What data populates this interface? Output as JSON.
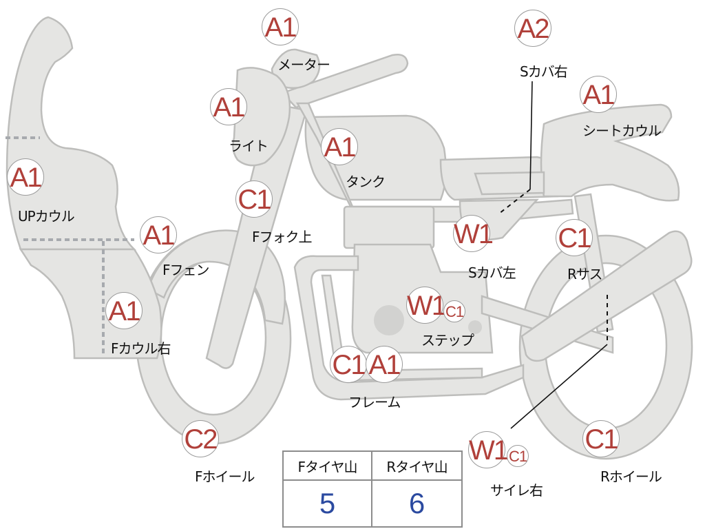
{
  "parts": [
    {
      "id": "meter",
      "grade": "A1",
      "label": "メーター"
    },
    {
      "id": "s-cover-right",
      "grade": "A2",
      "label": "Sカバ右"
    },
    {
      "id": "seat-cowl",
      "grade": "A1",
      "label": "シートカウル"
    },
    {
      "id": "light",
      "grade": "A1",
      "label": "ライト"
    },
    {
      "id": "tank",
      "grade": "A1",
      "label": "タンク"
    },
    {
      "id": "up-cowl",
      "grade": "A1",
      "label": "UPカウル"
    },
    {
      "id": "f-fork-upper",
      "grade": "C1",
      "label": "Fフォク上"
    },
    {
      "id": "f-fender",
      "grade": "A1",
      "label": "Fフェン"
    },
    {
      "id": "s-cover-left",
      "grade": "W1",
      "label": "Sカバ左"
    },
    {
      "id": "r-suspension",
      "grade": "C1",
      "label": "Rサス"
    },
    {
      "id": "f-cowl-right",
      "grade": "A1",
      "label": "Fカウル右"
    },
    {
      "id": "step",
      "grade": "W1",
      "grade2": "C1",
      "label": "ステップ"
    },
    {
      "id": "frame",
      "grade": "C1",
      "grade2": "A1",
      "label": "フレーム"
    },
    {
      "id": "f-wheel",
      "grade": "C2",
      "label": "Fホイール"
    },
    {
      "id": "muffler-right",
      "grade": "W1",
      "grade2": "C1",
      "label": "サイレ右"
    },
    {
      "id": "r-wheel",
      "grade": "C1",
      "label": "Rホイール"
    }
  ],
  "tire_table": {
    "headers": [
      "Fタイヤ山",
      "Rタイヤ山"
    ],
    "values": [
      "5",
      "6"
    ]
  },
  "colors": {
    "grade_text": "#b0403a",
    "tire_value_text": "#2b4aa0",
    "part_fill": "#e5e5e3"
  }
}
